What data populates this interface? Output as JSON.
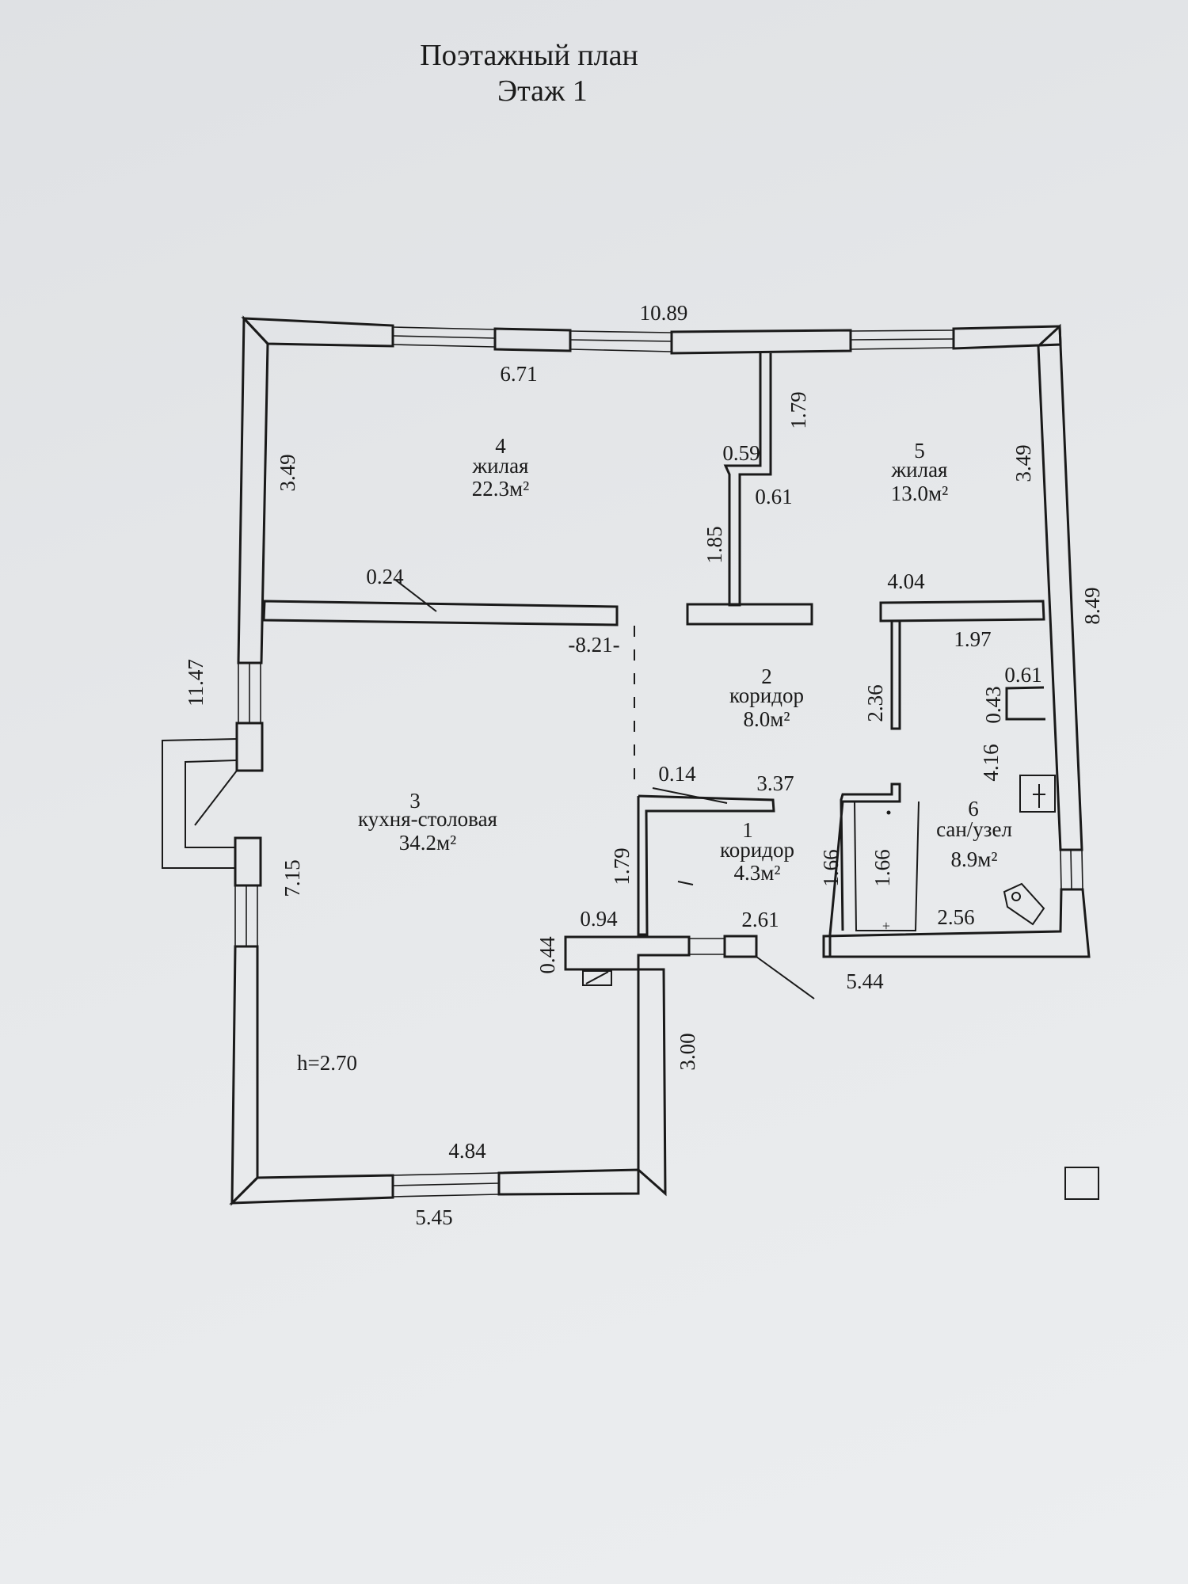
{
  "header": {
    "title": "Поэтажный план",
    "subtitle": "Этаж 1"
  },
  "rooms": [
    {
      "num": "4",
      "name": "жилая",
      "area": "22.3м²"
    },
    {
      "num": "5",
      "name": "жилая",
      "area": "13.0м²"
    },
    {
      "num": "2",
      "name": "коридор",
      "area": "8.0м²"
    },
    {
      "num": "3",
      "name": "кухня-столовая",
      "area": "34.2м²"
    },
    {
      "num": "1",
      "name": "коридор",
      "area": "4.3м²"
    },
    {
      "num": "6",
      "name": "сан/узел",
      "area": "8.9м²"
    }
  ],
  "dimensions": {
    "overall_width": "10.89",
    "room4_width": "6.71",
    "room4_depth": "3.49",
    "partition_thickness": "0.24",
    "left_wall_span": "11.47",
    "kitchen_depth": "7.15",
    "corridor_span": "-8.21-",
    "stub_length": "1.79",
    "stub_width": "0.59",
    "stub_offset": "0.61",
    "stub_lower": "1.85",
    "room5_depth": "3.49",
    "right_wall_span": "8.49",
    "room5_width": "4.04",
    "bath_top": "1.97",
    "bath_step": "0.61",
    "bath_notch": "0.43",
    "bath_depth": "4.16",
    "bath_partition": "2.36",
    "corridor1_wall": "0.14",
    "corridor1_width": "3.37",
    "corridor1_depth": "1.79",
    "bath_inner_1": "1.66",
    "bath_inner_2": "1.66",
    "bath_width": "2.56",
    "bath_outer": "5.44",
    "entry_left": "0.94",
    "entry_wall": "0.44",
    "entry_width": "2.61",
    "annex_depth": "3.00",
    "ceiling_height": "h=2.70",
    "kitchen_inner": "4.84",
    "kitchen_outer": "5.45"
  }
}
